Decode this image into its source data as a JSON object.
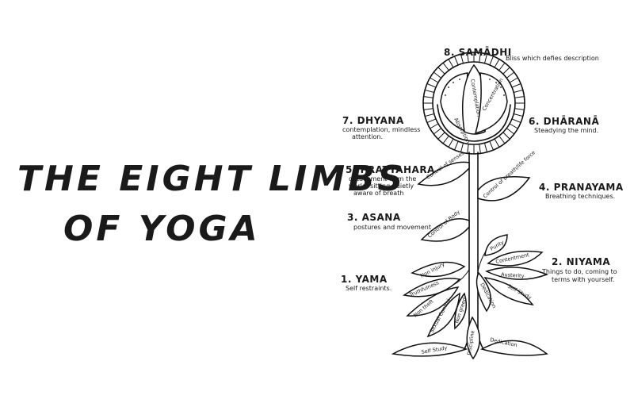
{
  "title": {
    "line1": "THE EIGHT LIMBS",
    "line2": "OF YOGA"
  },
  "limbs": {
    "samadhi": {
      "title": "8. SAMĀDHI",
      "desc": "Bliss which defies description"
    },
    "dhyana": {
      "title": "7. DHYANA",
      "desc1": "contemplation, mindless",
      "desc2": "attention."
    },
    "dharana": {
      "title": "6. DHĀRANĀ",
      "desc": "Steadying the mind."
    },
    "pratyahara": {
      "title": "5. PRATYAHARA",
      "desc1": "detachment from the",
      "desc2": "world, sitting quietly",
      "desc3": "aware of breath"
    },
    "pranayama": {
      "title": "4. PRANAYAMA",
      "desc": "Breathing techniques."
    },
    "asana": {
      "title": "3. ASANA",
      "desc": "postures and movement"
    },
    "niyama": {
      "title": "2. NIYAMA",
      "desc1": "Things to do, coming to",
      "desc2": "terms with yourself."
    },
    "yama": {
      "title": "1. YAMA",
      "desc": "Self restraints."
    }
  },
  "flower": {
    "petal_left": "Absorption",
    "petal_center": "Contemplation",
    "petal_right": "Concentration"
  },
  "leaves": {
    "senses": "Control of senses",
    "breath": "Control of breath/life force",
    "body": "Control of Body",
    "purity": "Purity",
    "contentment": "Contentment",
    "austerity": "Austerity",
    "self_study": "Self Study",
    "dedication_right": "Dedication",
    "non_injury": "Non injury",
    "truthfulness": "Truthfulness",
    "non_theft": "Non theft",
    "sexual_control": "Sexual Control",
    "non_greed": "Non greed",
    "base_self_study": "Self Study",
    "base_discipline": "Discipline",
    "base_dedication": "Dedication"
  }
}
